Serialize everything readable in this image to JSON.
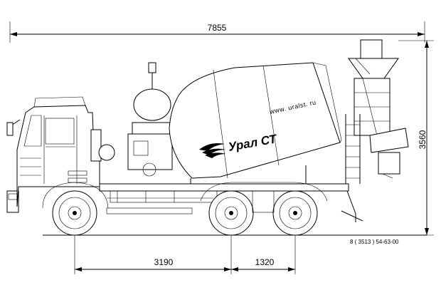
{
  "dimensions": {
    "overall_length": "7855",
    "overall_height": "3560",
    "wheelbase_front": "3190",
    "wheelbase_rear": "1320"
  },
  "contact": {
    "phone": "8 ( 3513 ) 54-63-00"
  },
  "drum": {
    "url": "www. uralst. ru",
    "logo": "Урал СТ"
  }
}
